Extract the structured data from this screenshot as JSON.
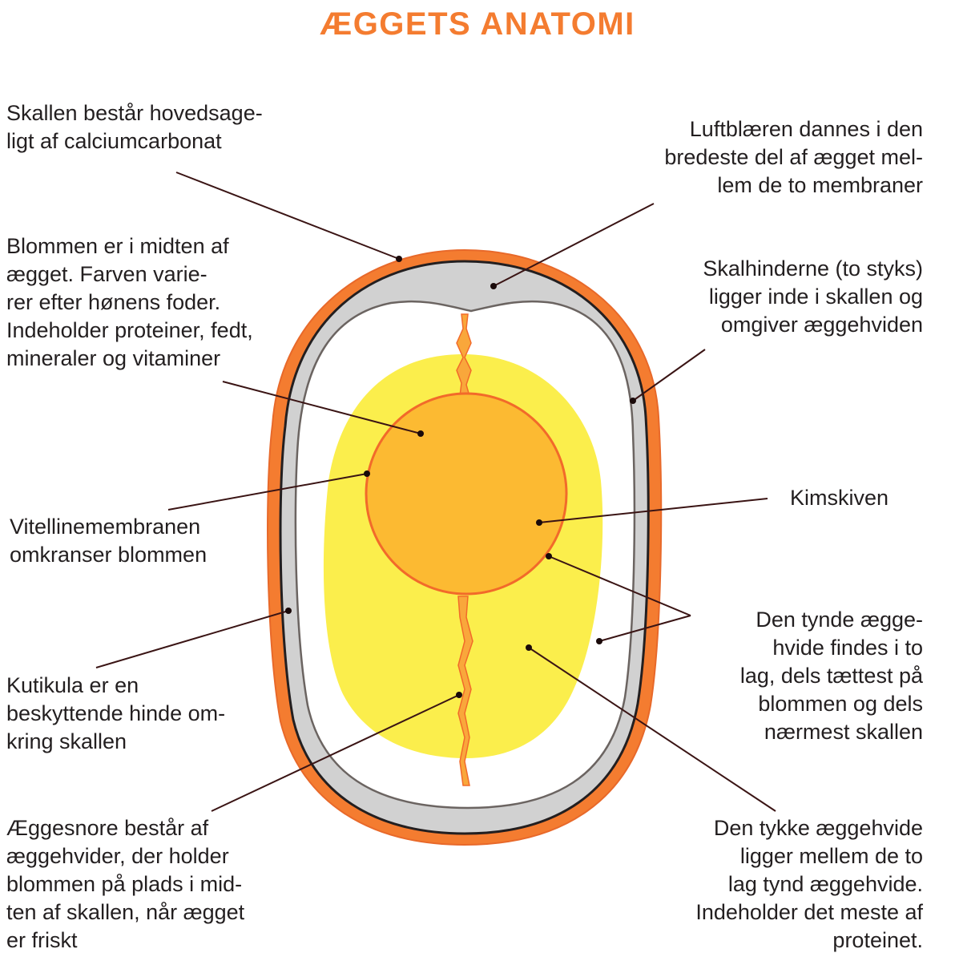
{
  "title": "ÆGGETS ANATOMI",
  "colors": {
    "title": "#f47c30",
    "shell": "#f47c30",
    "membrane": "#d1d1d1",
    "thick_albumen": "#fbee4c",
    "yolk": "#fcba32",
    "yolk_outline": "#f26a2a",
    "chalaza": "#f9a73b",
    "leader_line": "#3a1414"
  },
  "labels": {
    "skal": [
      "Skallen består hovedsage-",
      "ligt af calciumcarbonat"
    ],
    "luftblaere": [
      "Luftblæren dannes i den",
      "bredeste del af ægget mel-",
      "lem de to membraner"
    ],
    "blomme": [
      "Blommen er i midten af",
      "ægget. Farven varie-",
      "rer efter hønens foder.",
      "Indeholder proteiner, fedt,",
      "mineraler og vitaminer"
    ],
    "skalhinder": [
      "Skalhinderne (to styks)",
      "ligger inde i skallen og",
      "omgiver æggehviden"
    ],
    "kimskive": [
      "Kimskiven"
    ],
    "vitelline": [
      "Vitellinemembranen",
      "omkranser blommen"
    ],
    "tynd_hvide": [
      "Den tynde ægge-",
      "hvide findes i to",
      "lag, dels tættest på",
      "blommen og dels",
      "nærmest skallen"
    ],
    "kutikula": [
      "Kutikula er en",
      "beskyttende hinde om-",
      "kring skallen"
    ],
    "aeggesnore": [
      "Æggesnore består af",
      "æggehvider, der holder",
      "blommen på plads i mid-",
      "ten af skallen, når ægget",
      "er friskt"
    ],
    "tyk_hvide": [
      "Den tykke æggehvide",
      "ligger mellem de to",
      "lag tynd æggehvide.",
      "Indeholder det meste af",
      "proteinet."
    ]
  }
}
